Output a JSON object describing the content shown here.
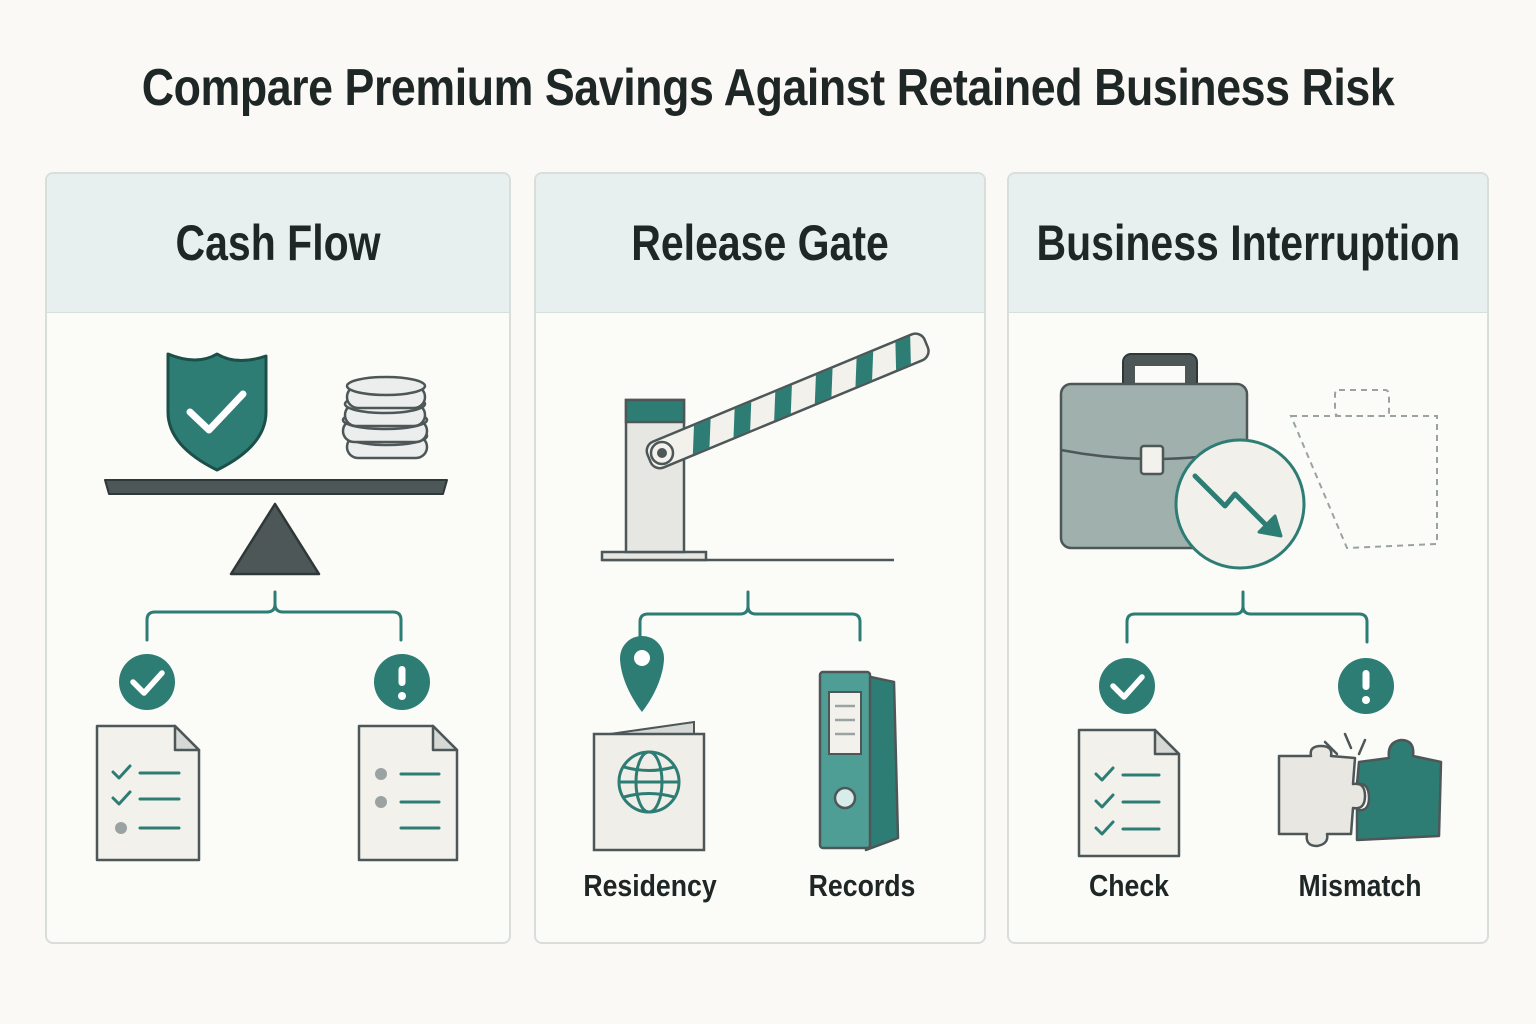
{
  "title": "Compare Premium Savings Against Retained Business Risk",
  "colors": {
    "teal": "#2e7d74",
    "dark": "#4d5757",
    "paper": "#f3f1ec",
    "header": "#e8f0ef"
  },
  "panels": [
    {
      "title": "Cash Flow",
      "icons": [
        "shield-check-icon",
        "coin-stack-icon",
        "balance-scale-icon",
        "check-badge-icon",
        "alert-badge-icon",
        "checklist-document-icon",
        "bullet-list-document-icon"
      ]
    },
    {
      "title": "Release Gate",
      "icons": [
        "barrier-gate-icon",
        "location-pin-icon",
        "passport-icon",
        "binder-icon"
      ],
      "labels": {
        "left": "Residency",
        "right": "Records"
      }
    },
    {
      "title": "Business Interruption",
      "icons": [
        "briefcase-icon",
        "downtrend-arrow-icon",
        "missing-briefcase-outline-icon",
        "check-badge-icon",
        "alert-badge-icon",
        "checklist-document-icon",
        "puzzle-mismatch-icon"
      ],
      "labels": {
        "left": "Check",
        "right": "Mismatch"
      }
    }
  ]
}
